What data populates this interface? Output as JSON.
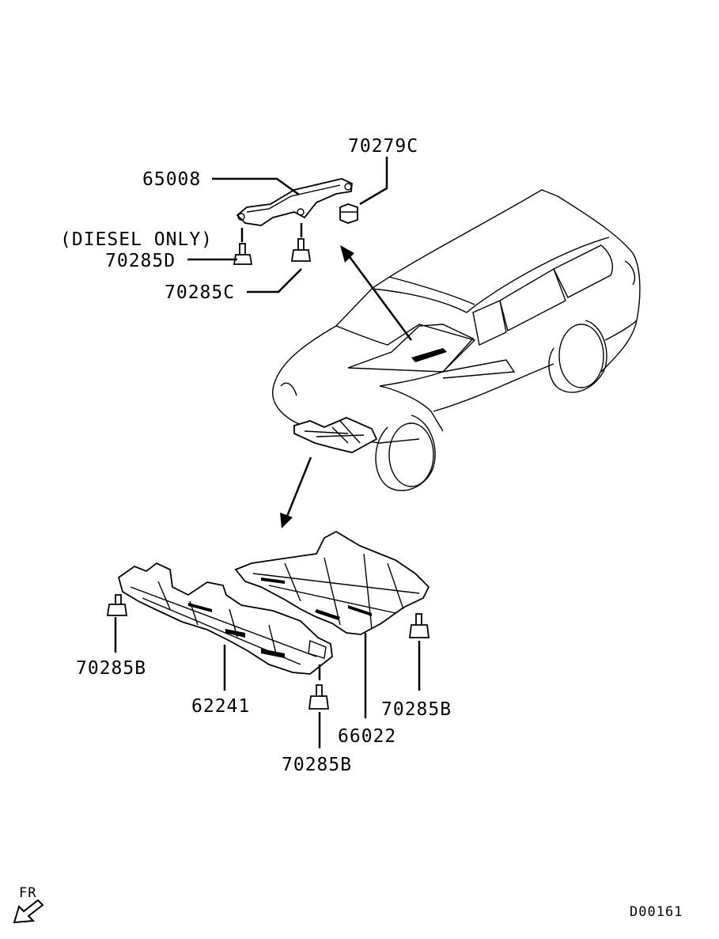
{
  "diagram": {
    "labels": {
      "p70279C": "70279C",
      "p65008": "65008",
      "diesel_only": "(DIESEL ONLY)",
      "p70285D": "70285D",
      "p70285C": "70285C",
      "p70285B_left": "70285B",
      "p62241": "62241",
      "p70285B_right": "70285B",
      "p66022": "66022",
      "p70285B_bottom": "70285B",
      "fr": "FR",
      "diagram_code": "D00161"
    },
    "colors": {
      "ink": "#000000",
      "paper": "#ffffff"
    },
    "icons": [
      "front-direction-arrow-icon"
    ]
  }
}
